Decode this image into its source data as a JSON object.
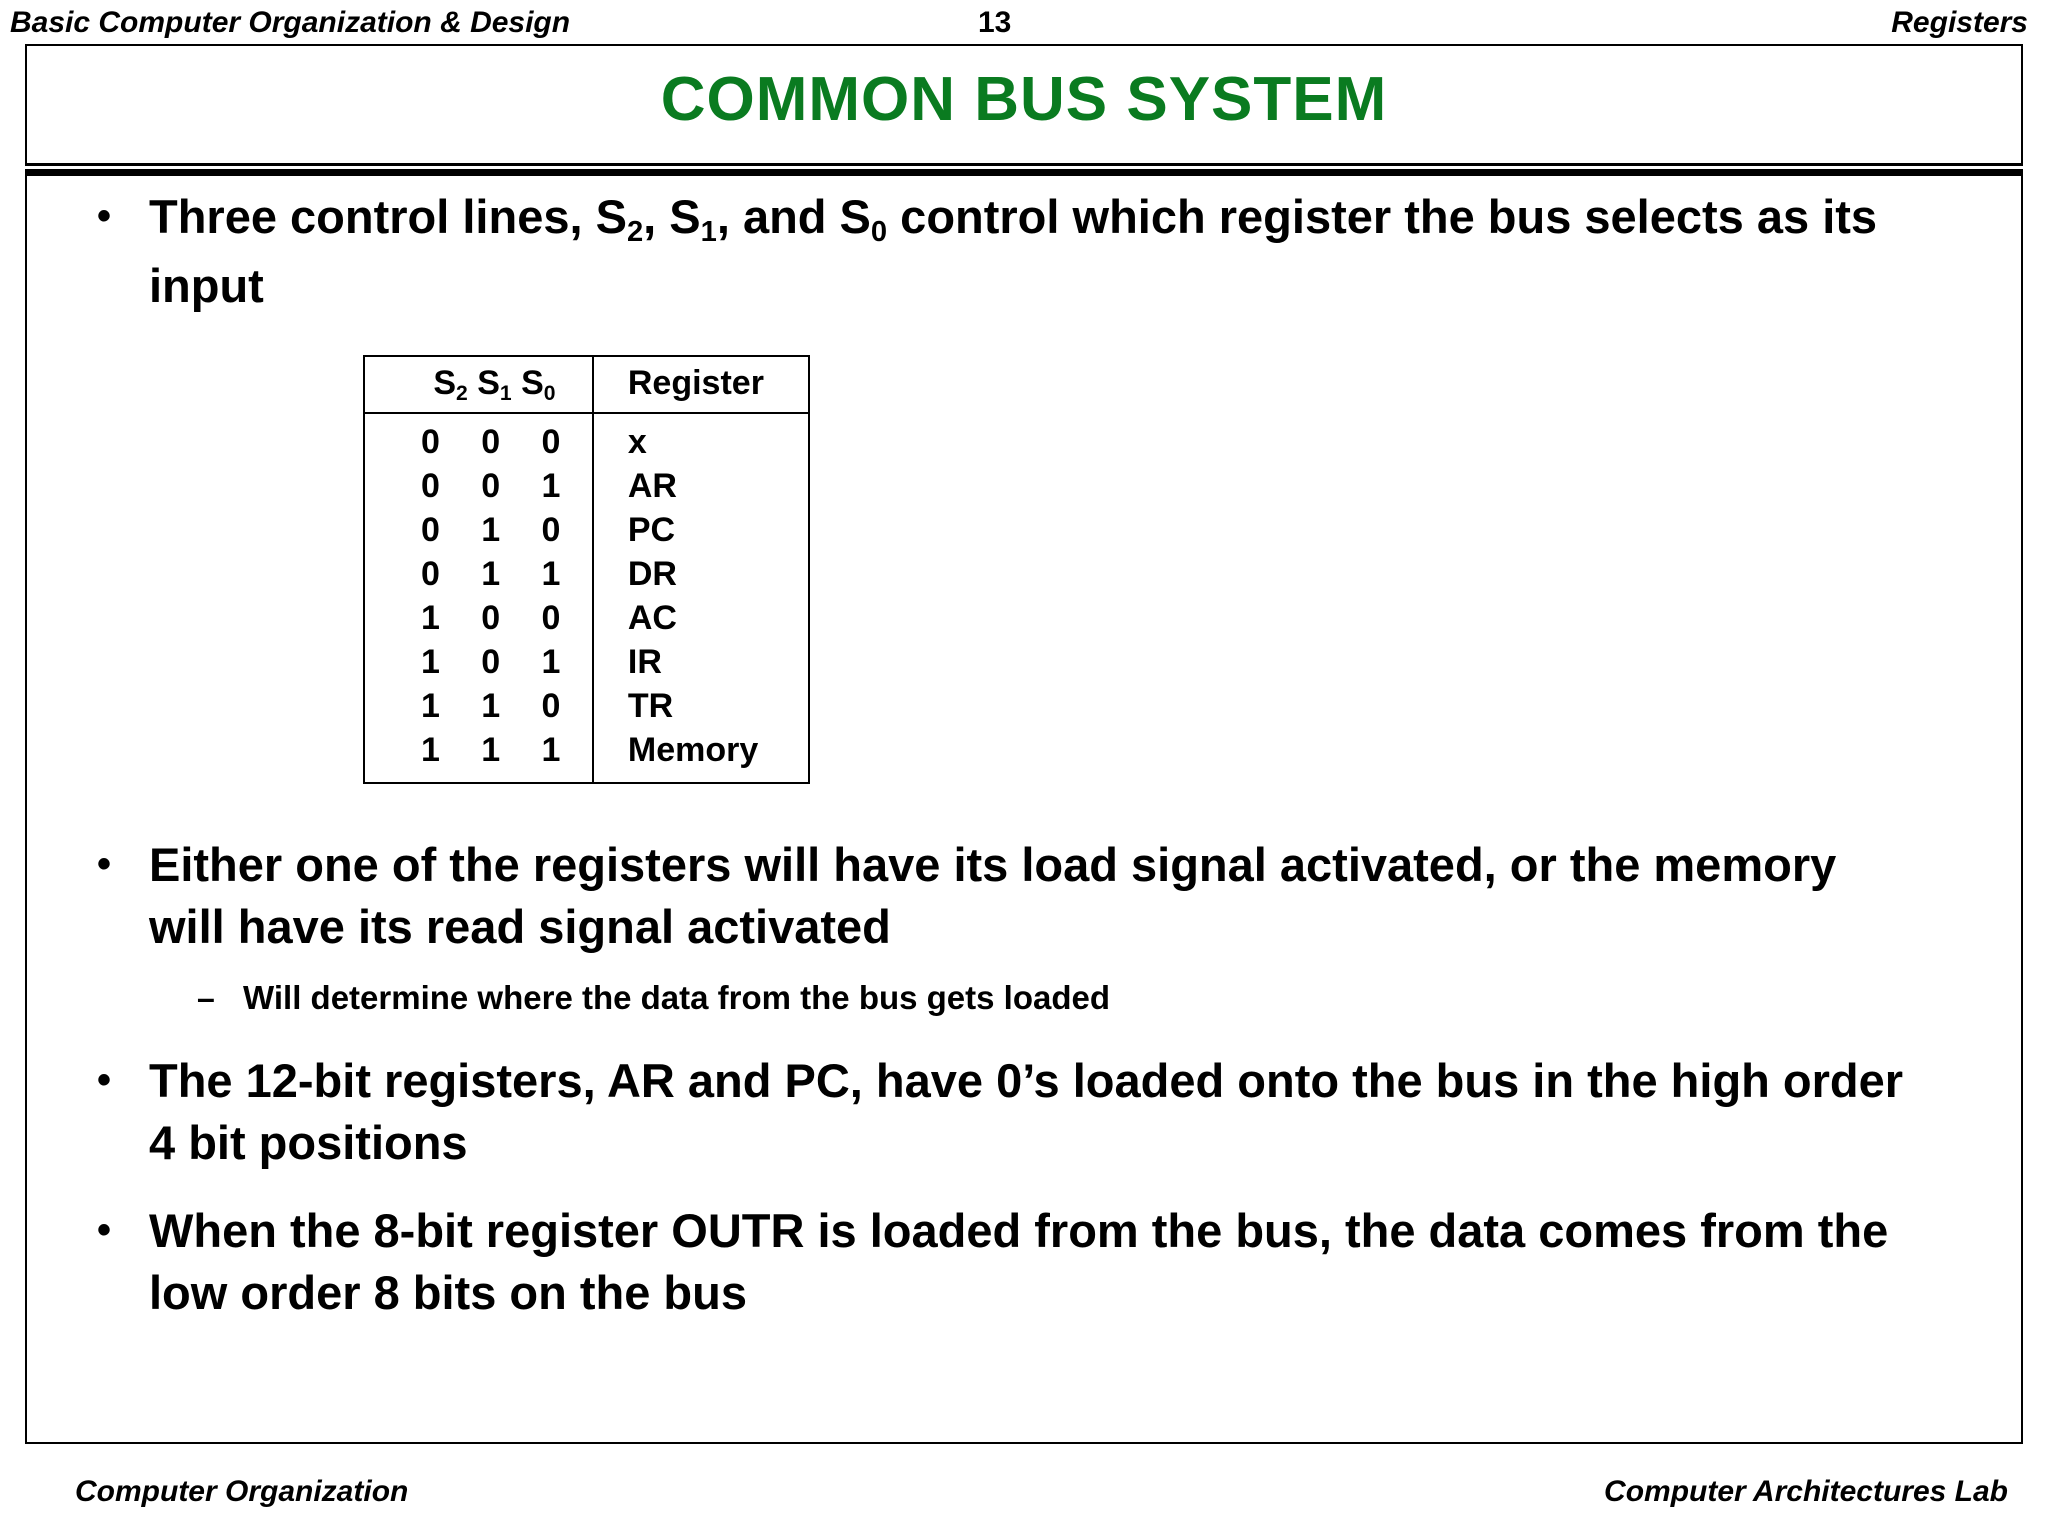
{
  "header": {
    "left": "Basic Computer Organization & Design",
    "page_number": "13",
    "right": "Registers"
  },
  "slide": {
    "title": "COMMON  BUS  SYSTEM",
    "title_color": "#0a7b20"
  },
  "bullets": [
    {
      "marker": "•",
      "segments": [
        {
          "text": "Three control lines, S"
        },
        {
          "sub": "2"
        },
        {
          "text": ", S"
        },
        {
          "sub": "1"
        },
        {
          "text": ", and S"
        },
        {
          "sub": "0"
        },
        {
          "text": " control which register the bus selects as its input"
        }
      ],
      "plain": "Three control lines, S2, S1, and S0 control which register the bus selects as its input"
    },
    {
      "marker": "•",
      "plain": "Either one of the registers will have its load signal activated, or the memory will have its read signal activated"
    },
    {
      "marker": "•",
      "plain": "The 12-bit registers, AR and PC, have 0’s loaded onto the bus in the high order 4 bit positions"
    },
    {
      "marker": "•",
      "plain": "When the 8-bit register OUTR is loaded from the bus, the data comes from the low order 8 bits on the bus"
    }
  ],
  "subbullets": [
    {
      "marker": "–",
      "plain": "Will determine where the data from the bus gets loaded"
    }
  ],
  "table": {
    "headers": {
      "select": "S2 S1 S0",
      "select_parts": [
        {
          "base": "S",
          "sub": "2"
        },
        {
          "base": "S",
          "sub": "1"
        },
        {
          "base": "S",
          "sub": "0"
        }
      ],
      "register": "Register"
    },
    "rows": [
      {
        "bits": "0  0  0",
        "s2": "0",
        "s1": "0",
        "s0": "0",
        "register": "x"
      },
      {
        "bits": "0  0  1",
        "s2": "0",
        "s1": "0",
        "s0": "1",
        "register": "AR"
      },
      {
        "bits": "0  1  0",
        "s2": "0",
        "s1": "1",
        "s0": "0",
        "register": "PC"
      },
      {
        "bits": "0  1  1",
        "s2": "0",
        "s1": "1",
        "s0": "1",
        "register": "DR"
      },
      {
        "bits": "1  0  0",
        "s2": "1",
        "s1": "0",
        "s0": "0",
        "register": "AC"
      },
      {
        "bits": "1  0  1",
        "s2": "1",
        "s1": "0",
        "s0": "1",
        "register": "IR"
      },
      {
        "bits": "1  1  0",
        "s2": "1",
        "s1": "1",
        "s0": "0",
        "register": "TR"
      },
      {
        "bits": "1  1  1",
        "s2": "1",
        "s1": "1",
        "s0": "1",
        "register": "Memory"
      }
    ]
  },
  "footer": {
    "left": "Computer Organization",
    "right": "Computer Architectures Lab"
  }
}
